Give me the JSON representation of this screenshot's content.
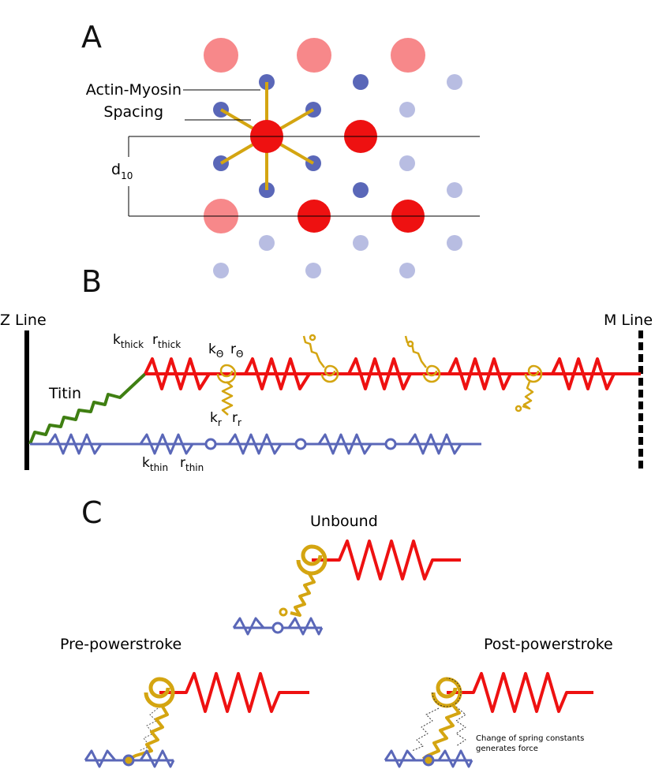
{
  "panels": {
    "a": "A",
    "b": "B",
    "c": "C"
  },
  "panel_a": {
    "spacing_label_line1": "Actin-Myosin",
    "spacing_label_line2": "Spacing",
    "d10_main": "d",
    "d10_sub": "10"
  },
  "panel_b": {
    "z_line": "Z Line",
    "m_line": "M Line",
    "titin": "Titin",
    "k_thick_main": "k",
    "k_thick_sub": "thick",
    "r_thick_main": "r",
    "r_thick_sub": "thick",
    "k_theta_main": "k",
    "k_theta_sub": "Θ",
    "r_theta_main": "r",
    "r_theta_sub": "Θ",
    "k_r_main": "k",
    "k_r_sub": "r",
    "r_r_main": "r",
    "r_r_sub": "r",
    "k_thin_main": "k",
    "k_thin_sub": "thin",
    "r_thin_main": "r",
    "r_thin_sub": "thin"
  },
  "panel_c": {
    "unbound": "Unbound",
    "pre_powerstroke": "Pre-powerstroke",
    "post_powerstroke": "Post-powerstroke",
    "note_line1": "Change of spring constants",
    "note_line2": "generates force"
  },
  "colors": {
    "thick_red": "#ee1111",
    "myosin_pink": "#f7888a",
    "actin_blue": "#5a67b8",
    "actin_light": "#b8bde2",
    "crossbridge_gold": "#d4a511",
    "titin_green": "#3f7f12",
    "line_black": "#000000"
  }
}
